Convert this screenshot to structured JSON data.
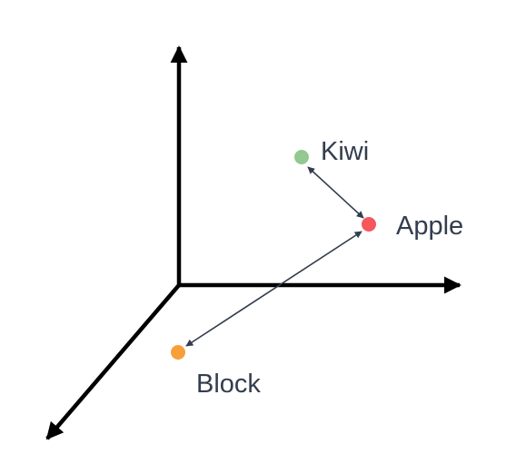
{
  "points": [
    {
      "label": "Kiwi",
      "color": "#93c990"
    },
    {
      "label": "Apple",
      "color": "#f5575c"
    },
    {
      "label": "Block",
      "color": "#f7a03b"
    }
  ],
  "axis_color": "#000000",
  "arrow_color": "#333d4d"
}
